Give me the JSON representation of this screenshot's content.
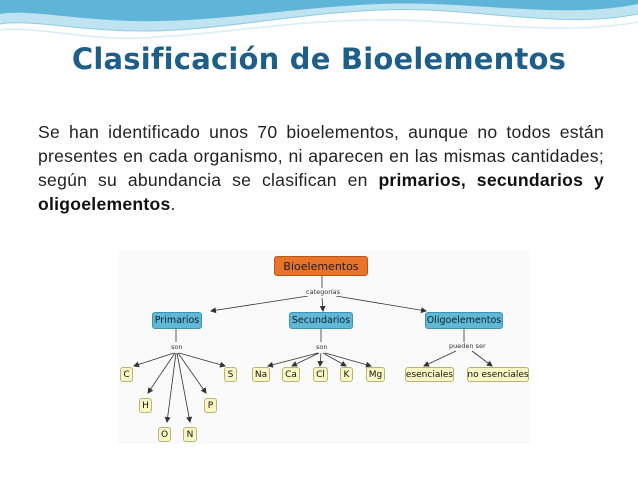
{
  "slide": {
    "title": "Clasificación de Bioelementos",
    "body_plain": "Se han identificado unos 70 bioelementos, aunque no todos están presentes en cada organismo, ni aparecen en las mismas cantidades; según su abundancia se clasifican en",
    "body_bold": "primarios, secundarios y oligoelementos",
    "body_end": ".",
    "colors": {
      "title": "#1e5f8a",
      "wave_dark": "#5fb5d8",
      "wave_light": "#bfe3f1",
      "root_node": "#e8742a",
      "category_node": "#5eb8d6",
      "leaf_node": "#fbf7c4"
    }
  },
  "concept_map": {
    "root": "Bioelementos",
    "root_link": "categorías",
    "categories": {
      "primarios": {
        "label": "Primarios",
        "link": "son",
        "elements": [
          "C",
          "H",
          "O",
          "N",
          "P",
          "S"
        ]
      },
      "secundarios": {
        "label": "Secundarios",
        "link": "son",
        "elements": [
          "Na",
          "Ca",
          "Cl",
          "K",
          "Mg"
        ]
      },
      "oligoelementos": {
        "label": "Oligoelementos",
        "link": "pueden ser",
        "elements": [
          "esenciales",
          "no esenciales"
        ]
      }
    }
  }
}
